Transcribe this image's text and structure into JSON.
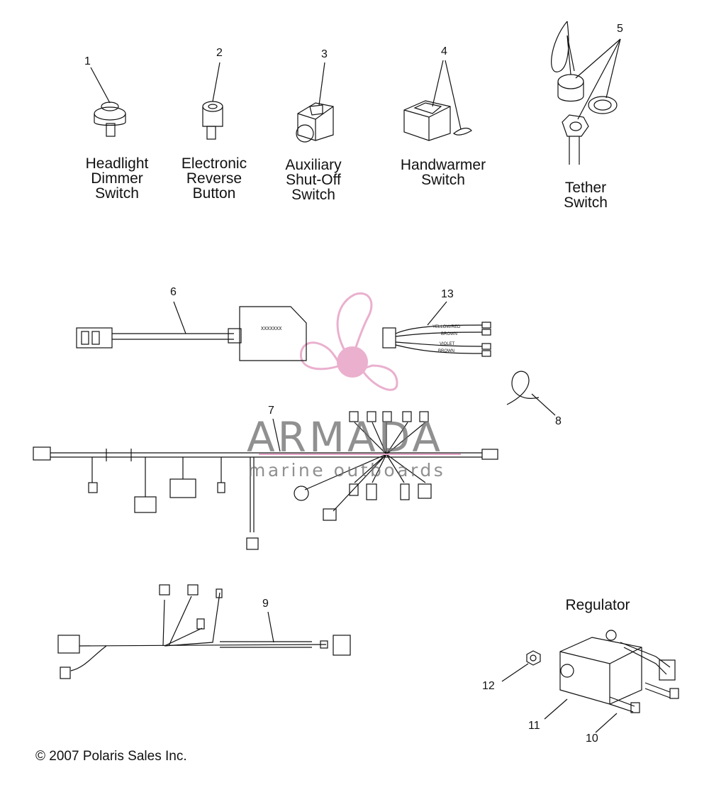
{
  "parts": [
    {
      "number": "1",
      "label_lines": [
        "Headlight",
        "Dimmer",
        "Switch"
      ]
    },
    {
      "number": "2",
      "label_lines": [
        "Electronic",
        "Reverse",
        "Button"
      ]
    },
    {
      "number": "3",
      "label_lines": [
        "Auxiliary",
        "Shut-Off",
        "Switch"
      ]
    },
    {
      "number": "4",
      "label_lines": [
        "Handwarmer",
        "Switch"
      ]
    },
    {
      "number": "5",
      "label_lines": [
        "Tether",
        "Switch"
      ]
    },
    {
      "number": "6"
    },
    {
      "number": "7"
    },
    {
      "number": "8"
    },
    {
      "number": "9"
    },
    {
      "number": "10"
    },
    {
      "number": "11",
      "label_lines": [
        "Regulator"
      ]
    },
    {
      "number": "12"
    },
    {
      "number": "13"
    }
  ],
  "wire_labels": [
    "YELLOW/RED",
    "BROWN",
    "VIOLET",
    "BROWN"
  ],
  "module_label": "XXXXXXX",
  "watermark": {
    "brand": "ARMADA",
    "tagline": "marine outboards"
  },
  "copyright": "© 2007 Polaris Sales Inc.",
  "colors": {
    "line": "#111111",
    "watermark_pink": "#e7a3c6",
    "watermark_gray": "#6b6b6b"
  }
}
